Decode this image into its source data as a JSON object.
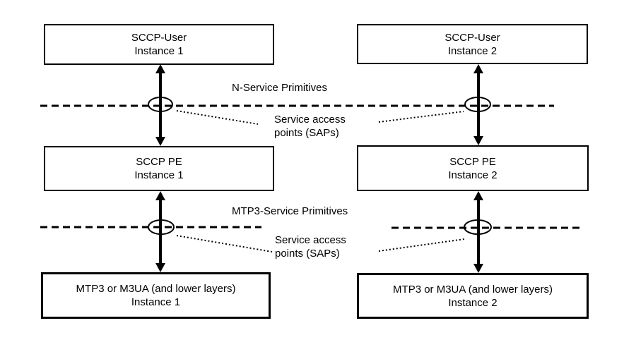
{
  "colors": {
    "line": "#000000",
    "text": "#000000",
    "background": "#ffffff"
  },
  "boxes": [
    {
      "id": "sccp-user-instance-1",
      "line1": "SCCP-User",
      "line2": "Instance 1"
    },
    {
      "id": "sccp-user-instance-2",
      "line1": "SCCP-User",
      "line2": "Instance 2"
    },
    {
      "id": "sccp-pe-instance-1",
      "line1": "SCCP PE",
      "line2": "Instance 1"
    },
    {
      "id": "sccp-pe-instance-2",
      "line1": "SCCP PE",
      "line2": "Instance 2"
    },
    {
      "id": "mtp3-instance-1",
      "line1": "MTP3 or M3UA (and lower layers)",
      "line2": "Instance 1"
    },
    {
      "id": "mtp3-instance-2",
      "line1": "MTP3 or M3UA (and lower layers)",
      "line2": "Instance 2"
    }
  ],
  "labels": {
    "n_service_primitives": "N-Service Primitives",
    "mtp3_service_primitives": "MTP3-Service Primitives",
    "sap_top": {
      "line1": "Service access",
      "line2": "points (SAPs)"
    },
    "sap_bottom": {
      "line1": "Service access",
      "line2": "points (SAPs)"
    }
  }
}
